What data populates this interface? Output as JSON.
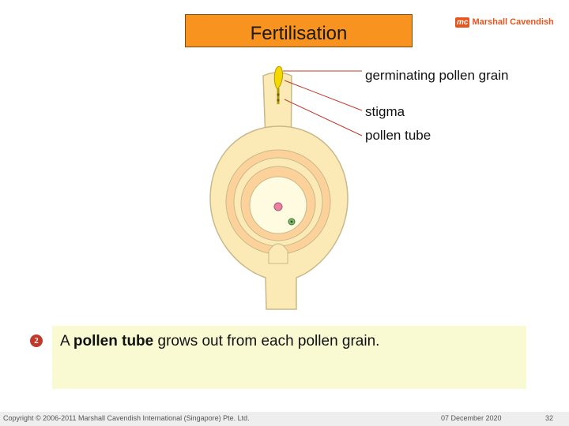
{
  "title": "Fertilisation",
  "logo": {
    "mark": "mc",
    "text": "Marshall Cavendish"
  },
  "labels": {
    "germinating": "germinating pollen grain",
    "stigma": "stigma",
    "pollen_tube": "pollen tube"
  },
  "step_number": "2",
  "caption": {
    "prefix": "A ",
    "bold": "pollen tube",
    "suffix": " grows out from each pollen grain."
  },
  "footer": {
    "copyright": "Copyright © 2006-2011 Marshall Cavendish International (Singapore) Pte. Ltd.",
    "date": "07 December 2020",
    "page": "32"
  },
  "colors": {
    "title_bg": "#f7931e",
    "ovary_outer": "#fbe9b6",
    "ovary_ring": "#fcd29a",
    "pollen_grain": "#f5d800",
    "leader_line": "#c0392b",
    "caption_bg": "#fafad2"
  }
}
